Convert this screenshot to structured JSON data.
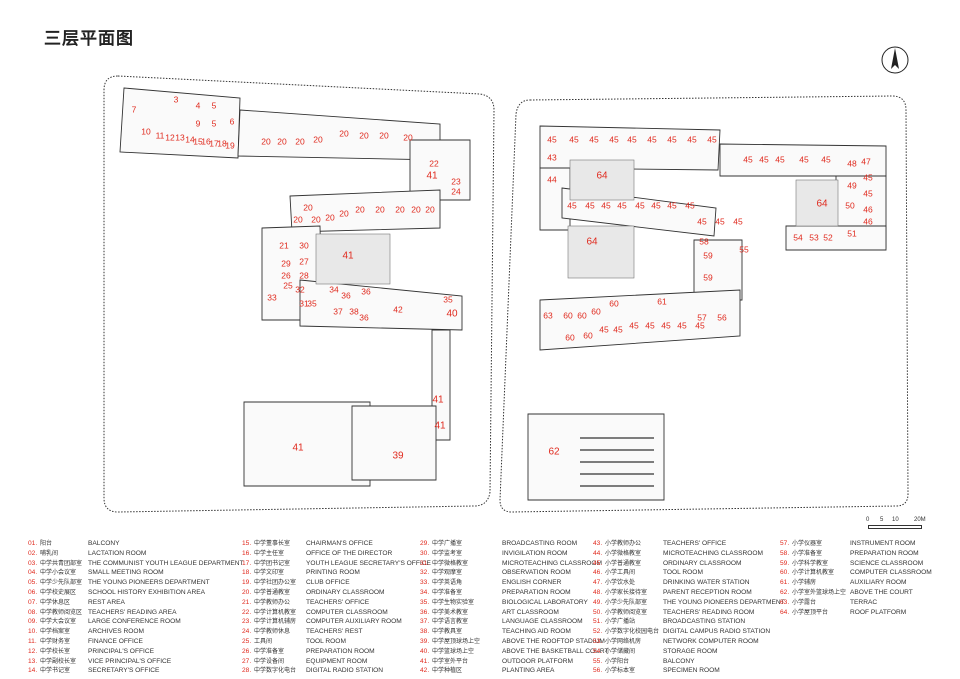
{
  "title": "三层平面图",
  "scale": {
    "t0": "0",
    "t1": "5",
    "t2": "10",
    "t3": "20M"
  },
  "plan_labels": {
    "west": [
      "3",
      "4",
      "5",
      "7",
      "5",
      "9",
      "6",
      "10",
      "11",
      "12",
      "13",
      "14",
      "15",
      "16",
      "17",
      "18",
      "19",
      "20",
      "20",
      "20",
      "20",
      "20",
      "20",
      "20",
      "20",
      "22",
      "23",
      "24",
      "41",
      "20",
      "20",
      "20",
      "20",
      "20",
      "20",
      "20",
      "20",
      "20",
      "20",
      "21",
      "30",
      "28",
      "26",
      "29",
      "27",
      "25",
      "32",
      "33",
      "31",
      "35",
      "34",
      "36",
      "41",
      "37",
      "38",
      "39",
      "41",
      "42",
      "36",
      "36",
      "35",
      "40",
      "41",
      "41"
    ],
    "east": [
      "43",
      "45",
      "45",
      "45",
      "45",
      "45",
      "45",
      "45",
      "45",
      "45",
      "44",
      "64",
      "45",
      "45",
      "45",
      "45",
      "45",
      "45",
      "45",
      "45",
      "48",
      "47",
      "49",
      "50",
      "45",
      "45",
      "45",
      "45",
      "45",
      "45",
      "45",
      "45",
      "45",
      "45",
      "64",
      "46",
      "46",
      "55",
      "59",
      "59",
      "64",
      "52",
      "53",
      "54",
      "51",
      "60",
      "60",
      "60",
      "60",
      "61",
      "62",
      "63",
      "60",
      "60",
      "45",
      "45",
      "45",
      "45",
      "45",
      "58",
      "57",
      "56",
      "45",
      "45"
    ]
  },
  "legend": [
    [
      {
        "n": "01.",
        "cn": "阳台",
        "en": "BALCONY"
      },
      {
        "n": "02.",
        "cn": "哺乳间",
        "en": "LACTATION ROOM"
      },
      {
        "n": "03.",
        "cn": "中学共青团部室",
        "en": "THE COMMUNIST YOUTH LEAGUE DEPARTMENT"
      },
      {
        "n": "04.",
        "cn": "中学小会议室",
        "en": "SMALL MEETING ROOM"
      },
      {
        "n": "05.",
        "cn": "中学少先队部室",
        "en": "THE YOUNG PIONEERS DEPARTMENT"
      },
      {
        "n": "06.",
        "cn": "中学校史展区",
        "en": "SCHOOL HISTORY EXHIBITION AREA"
      },
      {
        "n": "07.",
        "cn": "中学休息区",
        "en": "REST AREA"
      },
      {
        "n": "08.",
        "cn": "中学教师阅览区",
        "en": "TEACHERS' READING AREA"
      },
      {
        "n": "09.",
        "cn": "中学大会议室",
        "en": "LARGE CONFERENCE ROOM"
      },
      {
        "n": "10.",
        "cn": "中学档案室",
        "en": "ARCHIVES ROOM"
      },
      {
        "n": "11.",
        "cn": "中学财务室",
        "en": "FINANCE OFFICE"
      },
      {
        "n": "12.",
        "cn": "中学校长室",
        "en": "PRINCIPAL'S OFFICE"
      },
      {
        "n": "13.",
        "cn": "中学副校长室",
        "en": "VICE PRINCIPAL'S OFFICE"
      },
      {
        "n": "14.",
        "cn": "中学书记室",
        "en": "SECRETARY'S OFFICE"
      }
    ],
    [
      {
        "n": "15.",
        "cn": "中学董事长室",
        "en": "CHAIRMAN'S OFFICE"
      },
      {
        "n": "16.",
        "cn": "中学主任室",
        "en": "OFFICE OF THE DIRECTOR"
      },
      {
        "n": "17.",
        "cn": "中学团书记室",
        "en": "YOUTH LEAGUE SECRETARY'S OFFICE"
      },
      {
        "n": "18.",
        "cn": "中学文印室",
        "en": "PRINTING ROOM"
      },
      {
        "n": "19.",
        "cn": "中学社团办公室",
        "en": "CLUB OFFICE"
      },
      {
        "n": "20.",
        "cn": "中学普通教室",
        "en": "ORDINARY CLASSROOM"
      },
      {
        "n": "21.",
        "cn": "中学教师办公",
        "en": "TEACHERS' OFFICE"
      },
      {
        "n": "22.",
        "cn": "中学计算机教室",
        "en": "COMPUTER CLASSROOM"
      },
      {
        "n": "23.",
        "cn": "中学计算机辅房",
        "en": "COMPUTER AUXILIARY ROOM"
      },
      {
        "n": "24.",
        "cn": "中学教师休息",
        "en": "TEACHERS' REST"
      },
      {
        "n": "25.",
        "cn": "工具间",
        "en": "TOOL ROOM"
      },
      {
        "n": "26.",
        "cn": "中学准备室",
        "en": "PREPARATION ROOM"
      },
      {
        "n": "27.",
        "cn": "中学设备间",
        "en": "EQUIPMENT ROOM"
      },
      {
        "n": "28.",
        "cn": "中学数字化电台",
        "en": "DIGITAL RADIO STATION"
      }
    ],
    [
      {
        "n": "29.",
        "cn": "中学广播室",
        "en": "BROADCASTING ROOM"
      },
      {
        "n": "30.",
        "cn": "中学监考室",
        "en": "INVIGILATION ROOM"
      },
      {
        "n": "31.",
        "cn": "中学微格教室",
        "en": "MICROTEACHING CLASSROOM"
      },
      {
        "n": "32.",
        "cn": "中学观摩室",
        "en": "OBSERVATION ROOM"
      },
      {
        "n": "33.",
        "cn": "中学英语角",
        "en": "ENGLISH CORNER"
      },
      {
        "n": "34.",
        "cn": "中学准备室",
        "en": "PREPARATION ROOM"
      },
      {
        "n": "35.",
        "cn": "中学生物实验室",
        "en": "BIOLOGICAL LABORATORY"
      },
      {
        "n": "36.",
        "cn": "中学美术教室",
        "en": "ART CLASSROOM"
      },
      {
        "n": "37.",
        "cn": "中学语言教室",
        "en": "LANGUAGE CLASSROOM"
      },
      {
        "n": "38.",
        "cn": "中学教具室",
        "en": "TEACHING AID ROOM"
      },
      {
        "n": "39.",
        "cn": "中学屋顶球场上空",
        "en": "ABOVE THE ROOFTOP STADIUM"
      },
      {
        "n": "40.",
        "cn": "中学篮球场上空",
        "en": "ABOVE THE BASKETBALL COURT"
      },
      {
        "n": "41.",
        "cn": "中学室外平台",
        "en": "OUTDOOR PLATFORM"
      },
      {
        "n": "42.",
        "cn": "中学种植区",
        "en": "PLANTING AREA"
      }
    ],
    [
      {
        "n": "43.",
        "cn": "小学教师办公",
        "en": "TEACHERS' OFFICE"
      },
      {
        "n": "44.",
        "cn": "小学微格教室",
        "en": "MICROTEACHING CLASSROOM"
      },
      {
        "n": "45.",
        "cn": "小学普通教室",
        "en": "ORDINARY CLASSROOM"
      },
      {
        "n": "46.",
        "cn": "小学工具间",
        "en": "TOOL ROOM"
      },
      {
        "n": "47.",
        "cn": "小学饮水处",
        "en": "DRINKING WATER STATION"
      },
      {
        "n": "48.",
        "cn": "小学家长接待室",
        "en": "PARENT RECEPTION ROOM"
      },
      {
        "n": "49.",
        "cn": "小学少先队部室",
        "en": "THE YOUNG PIONEERS DEPARTMENT"
      },
      {
        "n": "50.",
        "cn": "小学教师阅览室",
        "en": "TEACHERS' READING ROOM"
      },
      {
        "n": "51.",
        "cn": "小学广播站",
        "en": "BROADCASTING STATION"
      },
      {
        "n": "52.",
        "cn": "小学数字化校园电台",
        "en": "DIGITAL CAMPUS RADIO STATION"
      },
      {
        "n": "53.",
        "cn": "小学网络机房",
        "en": "NETWORK COMPUTER ROOM"
      },
      {
        "n": "54.",
        "cn": "小学储藏间",
        "en": "STORAGE ROOM"
      },
      {
        "n": "55.",
        "cn": "小学阳台",
        "en": "BALCONY"
      },
      {
        "n": "56.",
        "cn": "小学标本室",
        "en": "SPECIMEN ROOM"
      }
    ],
    [
      {
        "n": "57.",
        "cn": "小学仪器室",
        "en": "INSTRUMENT ROOM"
      },
      {
        "n": "58.",
        "cn": "小学准备室",
        "en": "PREPARATION ROOM"
      },
      {
        "n": "59.",
        "cn": "小学科学教室",
        "en": "SCIENCE CLASSROOM"
      },
      {
        "n": "60.",
        "cn": "小学计算机教室",
        "en": "COMPUTER CLASSROOM"
      },
      {
        "n": "61.",
        "cn": "小学辅房",
        "en": "AUXILIARY ROOM"
      },
      {
        "n": "62.",
        "cn": "小学室外篮球场上空",
        "en": "ABOVE THE COURT"
      },
      {
        "n": "63.",
        "cn": "小学露台",
        "en": "TERRAC"
      },
      {
        "n": "64.",
        "cn": "小学屋顶平台",
        "en": "ROOF PLATFORM"
      }
    ]
  ]
}
